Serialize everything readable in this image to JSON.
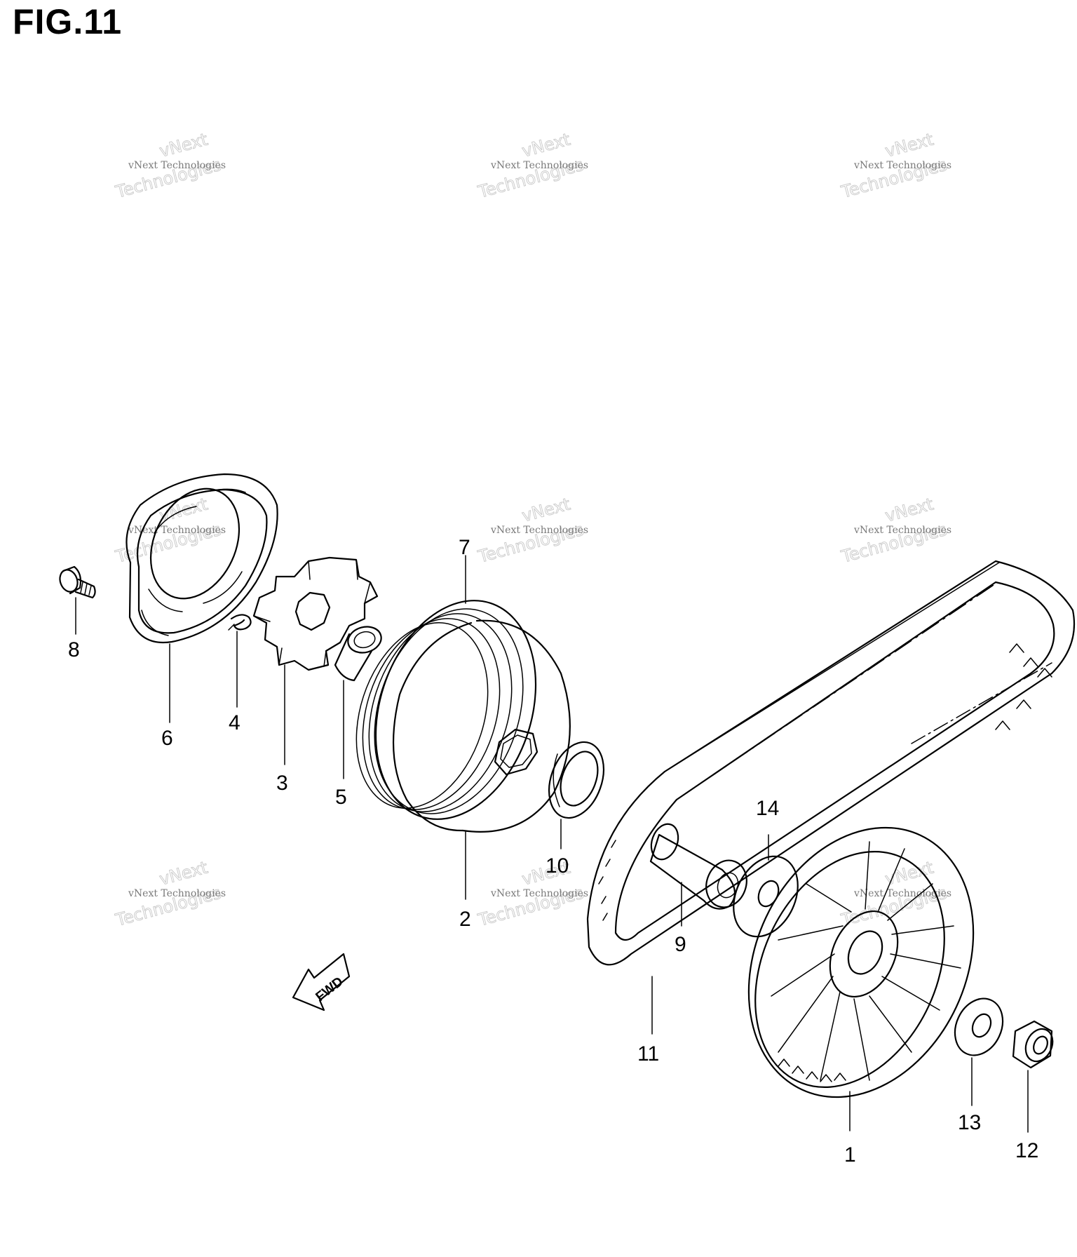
{
  "figure": {
    "title": "FIG.11"
  },
  "watermark": {
    "line1": "vNext Technologies",
    "line2a": "vNext",
    "line2b": "Technologies"
  },
  "direction_marker": {
    "label": "FWD"
  },
  "callouts": [
    "1",
    "2",
    "3",
    "4",
    "5",
    "6",
    "7",
    "8",
    "9",
    "10",
    "11",
    "12",
    "13",
    "14"
  ]
}
